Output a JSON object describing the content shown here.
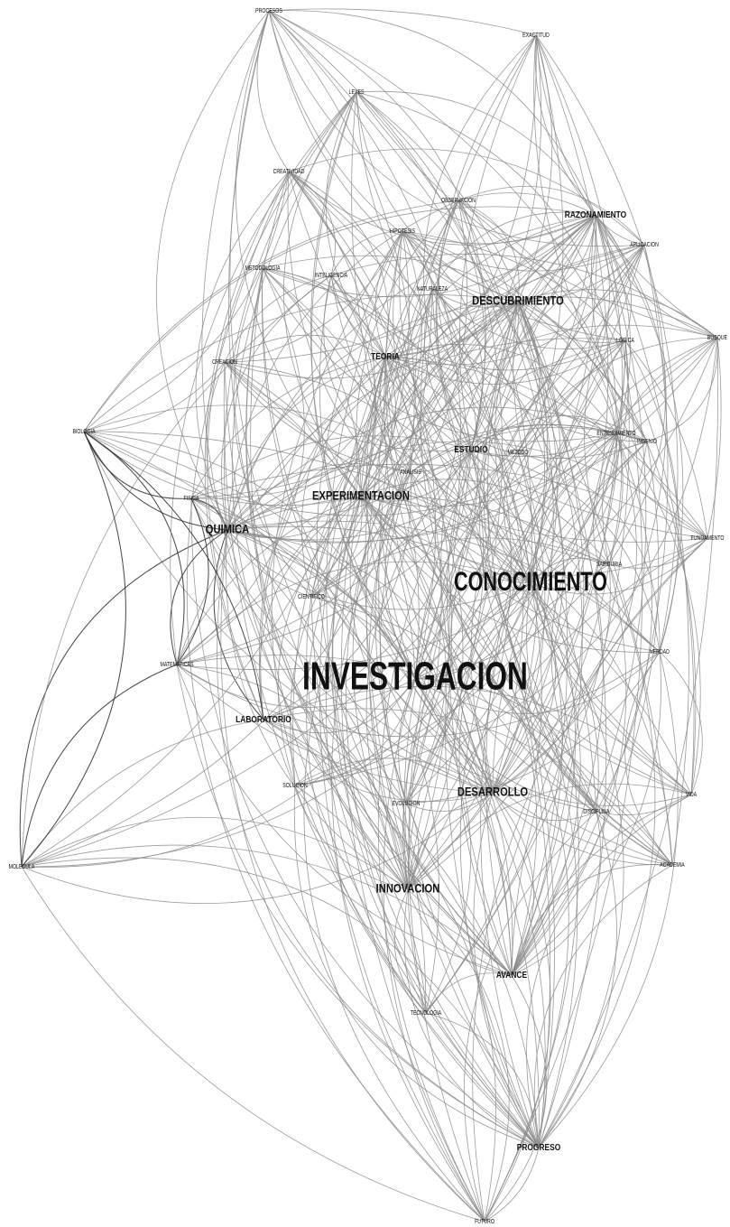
{
  "graph": {
    "nodes": [
      {
        "id": "investigacion",
        "label": "INVESTIGACION",
        "weight": 10
      },
      {
        "id": "conocimiento",
        "label": "CONOCIMIENTO",
        "weight": 7
      },
      {
        "id": "descubrimiento",
        "label": "DESCUBRIMIENTO",
        "weight": 3
      },
      {
        "id": "experimentacion",
        "label": "EXPERIMENTACION",
        "weight": 3
      },
      {
        "id": "quimica",
        "label": "QUIMICA",
        "weight": 3
      },
      {
        "id": "desarrollo",
        "label": "DESARROLLO",
        "weight": 3
      },
      {
        "id": "innovacion",
        "label": "INNOVACION",
        "weight": 3
      },
      {
        "id": "avance",
        "label": "AVANCE",
        "weight": 2
      },
      {
        "id": "progreso",
        "label": "PROGRESO",
        "weight": 2
      },
      {
        "id": "estudio",
        "label": "ESTUDIO",
        "weight": 2
      },
      {
        "id": "teoria",
        "label": "TEORIA",
        "weight": 2
      },
      {
        "id": "razonamiento",
        "label": "RAZONAMIENTO",
        "weight": 2
      },
      {
        "id": "laboratorio",
        "label": "LABORATORIO",
        "weight": 2
      },
      {
        "id": "procesos",
        "label": "PROCESOS",
        "weight": 1
      },
      {
        "id": "exactitud",
        "label": "EXACTITUD",
        "weight": 1
      },
      {
        "id": "leyes",
        "label": "LEYES",
        "weight": 1
      },
      {
        "id": "creatividad",
        "label": "CREATIVIDAD",
        "weight": 1
      },
      {
        "id": "observacion",
        "label": "OBSERVACION",
        "weight": 1
      },
      {
        "id": "hipotesis",
        "label": "HIPOTESIS",
        "weight": 1
      },
      {
        "id": "aplicacion",
        "label": "APLICACION",
        "weight": 1
      },
      {
        "id": "metodologia",
        "label": "METODOLOGIA",
        "weight": 1
      },
      {
        "id": "inteligencia",
        "label": "INTELIGENCIA",
        "weight": 1
      },
      {
        "id": "naturaleza",
        "label": "NATURALEZA",
        "weight": 1
      },
      {
        "id": "logica",
        "label": "LOGICA",
        "weight": 1
      },
      {
        "id": "busqueda",
        "label": "BUSQUE",
        "weight": 1
      },
      {
        "id": "creacion",
        "label": "CREACION",
        "weight": 1
      },
      {
        "id": "biologia",
        "label": "BIOLOGIA",
        "weight": 1
      },
      {
        "id": "entendimiento",
        "label": "ENTENDIMIENTO",
        "weight": 1
      },
      {
        "id": "ingenio",
        "label": "INGENIO",
        "weight": 1
      },
      {
        "id": "metodo",
        "label": "METODO",
        "weight": 1
      },
      {
        "id": "analisis",
        "label": "ANALISIS",
        "weight": 1
      },
      {
        "id": "fisica",
        "label": "FISICA",
        "weight": 1
      },
      {
        "id": "fundamento",
        "label": "FUNDAMENTO",
        "weight": 1
      },
      {
        "id": "sabiduria",
        "label": "SABIDURIA",
        "weight": 1
      },
      {
        "id": "cientifico",
        "label": "CIENTIFICO",
        "weight": 1
      },
      {
        "id": "matematicas",
        "label": "MATEMATICAS",
        "weight": 1
      },
      {
        "id": "verdad",
        "label": "VERDAD",
        "weight": 1
      },
      {
        "id": "solucion",
        "label": "SOLUCION",
        "weight": 1
      },
      {
        "id": "evolucion",
        "label": "EVOLUCION",
        "weight": 1
      },
      {
        "id": "disciplina",
        "label": "DISCIPLINA",
        "weight": 1
      },
      {
        "id": "vida",
        "label": "VIDA",
        "weight": 1
      },
      {
        "id": "molecula",
        "label": "MOLECULA",
        "weight": 1
      },
      {
        "id": "academia",
        "label": "ACADEMIA",
        "weight": 1
      },
      {
        "id": "tecnologia",
        "label": "TECNOLOGIA",
        "weight": 1
      },
      {
        "id": "futuro",
        "label": "FUTURO",
        "weight": 1
      }
    ],
    "colors": {
      "edge": "#8a8a8a",
      "edge_dark": "#333333",
      "label": "#111111",
      "background": "#ffffff"
    }
  }
}
